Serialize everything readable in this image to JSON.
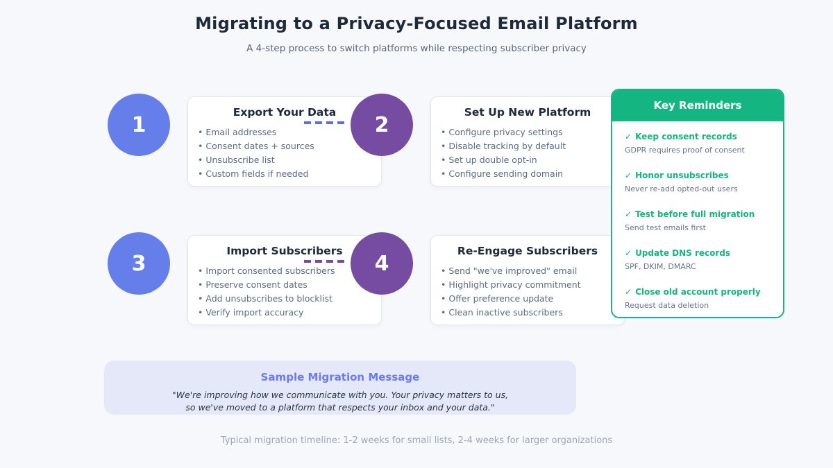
{
  "page": {
    "title": "Migrating to a Privacy-Focused Email Platform",
    "subtitle": "A 4-step process to switch platforms while respecting subscriber privacy",
    "footer": "Typical migration timeline: 1-2 weeks for small lists, 2-4 weeks for larger organizations",
    "colors": {
      "background": "#f7f8fb",
      "step_blue": "#667eea",
      "step_purple": "#764ba2",
      "reminder_green": "#14b581",
      "message_background": "#e4e8f8",
      "message_accent": "#6b7bef",
      "heading_text": "#1e293b",
      "body_text": "#5b6b82",
      "muted_text": "#9aa7ba"
    }
  },
  "steps": [
    {
      "number": "1",
      "title": "Export Your Data",
      "bullets": [
        "Email addresses",
        "Consent dates + sources",
        "Unsubscribe list",
        "Custom fields if needed"
      ]
    },
    {
      "number": "2",
      "title": "Set Up New Platform",
      "bullets": [
        "Configure privacy settings",
        "Disable tracking by default",
        "Set up double opt-in",
        "Configure sending domain"
      ]
    },
    {
      "number": "3",
      "title": "Import Subscribers",
      "bullets": [
        "Import consented subscribers",
        "Preserve consent dates",
        "Add unsubscribes to blocklist",
        "Verify import accuracy"
      ]
    },
    {
      "number": "4",
      "title": "Re-Engage Subscribers",
      "bullets": [
        "Send \"we've improved\" email",
        "Highlight privacy commitment",
        "Offer preference update",
        "Clean inactive subscribers"
      ]
    }
  ],
  "reminders": {
    "header": "Key Reminders",
    "check_glyph": "✓",
    "items": [
      {
        "title": "Keep consent records",
        "detail": "GDPR requires proof of consent"
      },
      {
        "title": "Honor unsubscribes",
        "detail": "Never re-add opted-out users"
      },
      {
        "title": "Test before full migration",
        "detail": "Send test emails first"
      },
      {
        "title": "Update DNS records",
        "detail": "SPF, DKIM, DMARC"
      },
      {
        "title": "Close old account properly",
        "detail": "Request data deletion"
      }
    ]
  },
  "message": {
    "title": "Sample Migration Message",
    "line1": "\"We're improving how we communicate with you. Your privacy matters to us,",
    "line2": "so we've moved to a platform that respects your inbox and your data.\""
  }
}
